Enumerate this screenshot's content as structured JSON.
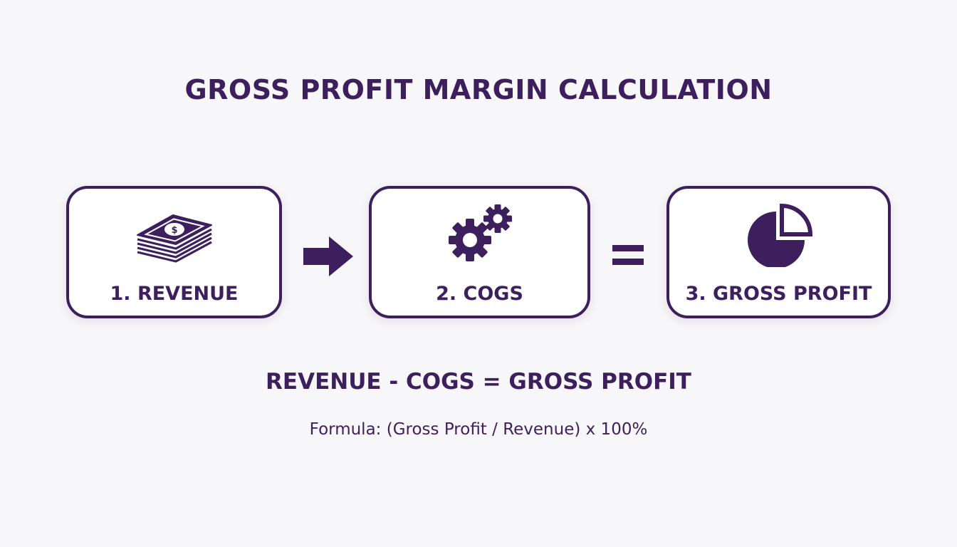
{
  "title": "GROSS PROFIT MARGIN CALCULATION",
  "steps": [
    {
      "label": "1. REVENUE",
      "icon": "money-stack-icon"
    },
    {
      "label": "2. COGS",
      "icon": "gears-icon"
    },
    {
      "label": "3. GROSS PROFIT",
      "icon": "pie-chart-icon"
    }
  ],
  "operators": [
    "right-arrow-icon",
    "equals-icon"
  ],
  "equation": "REVENUE - COGS = GROSS PROFIT",
  "formula": "Formula: (Gross Profit / Revenue) x 100%",
  "colors": {
    "primary": "#3d1f5e",
    "background": "#f7f6f8",
    "card": "#ffffff"
  }
}
